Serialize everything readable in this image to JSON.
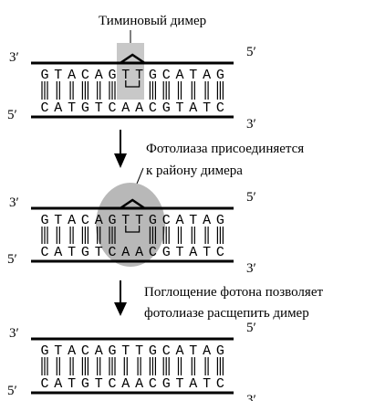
{
  "labels": {
    "dimer": "Тиминовый димер",
    "step1_line1": "Фотолиаза присоединяется",
    "step1_line2": "к району димера",
    "step2_line1": "Поглощение фотона позволяет",
    "step2_line2": "фотолиазе расщепить димер"
  },
  "strand_ends": {
    "top_left": "3′",
    "top_right": "5′",
    "bottom_left": "5′",
    "bottom_right": "3′"
  },
  "sequences": {
    "top": [
      "G",
      "T",
      "A",
      "C",
      "A",
      "G",
      "T",
      "T",
      "G",
      "C",
      "A",
      "T",
      "A",
      "G"
    ],
    "bottom": [
      "C",
      "A",
      "T",
      "G",
      "T",
      "C",
      "A",
      "A",
      "C",
      "G",
      "T",
      "A",
      "T",
      "C"
    ]
  },
  "colors": {
    "highlight": "#c8c8c8",
    "enzyme": "#b8b8b8",
    "ink": "#000000"
  }
}
